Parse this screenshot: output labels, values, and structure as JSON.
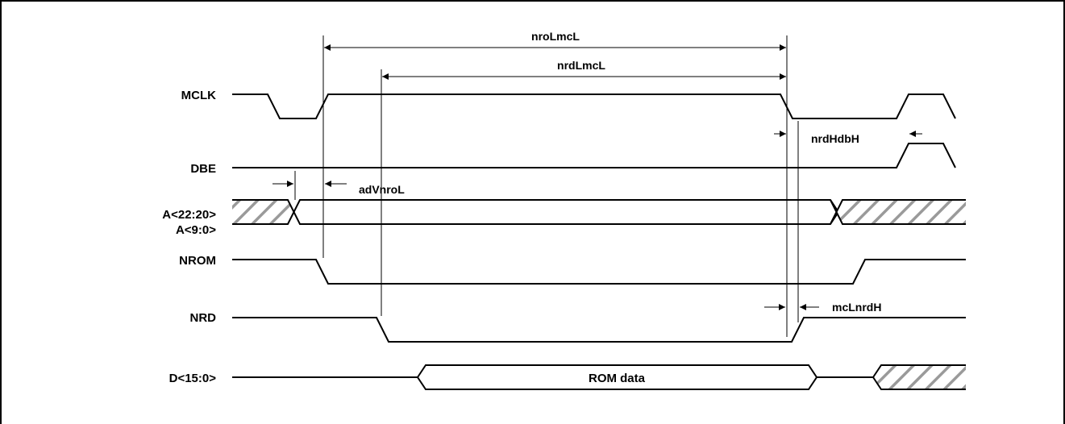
{
  "signals": {
    "mclk": "MCLK",
    "dbe": "DBE",
    "addr_line1": "A<22:20>",
    "addr_line2": "A<9:0>",
    "nrom": "NROM",
    "nrd": "NRD",
    "data": "D<15:0>"
  },
  "bus_values": {
    "rom_data": "ROM data"
  },
  "timing_params": {
    "nroLmcL": "nroLmcL",
    "nrdLmcL": "nrdLmcL",
    "nrdHdbH": "nrdHdbH",
    "adVnroL": "adVnroL",
    "mcLnrdH": "mcLnrdH"
  },
  "colors": {
    "line": "#000000",
    "hatch": "#9a9a9a",
    "background": "#ffffff"
  }
}
